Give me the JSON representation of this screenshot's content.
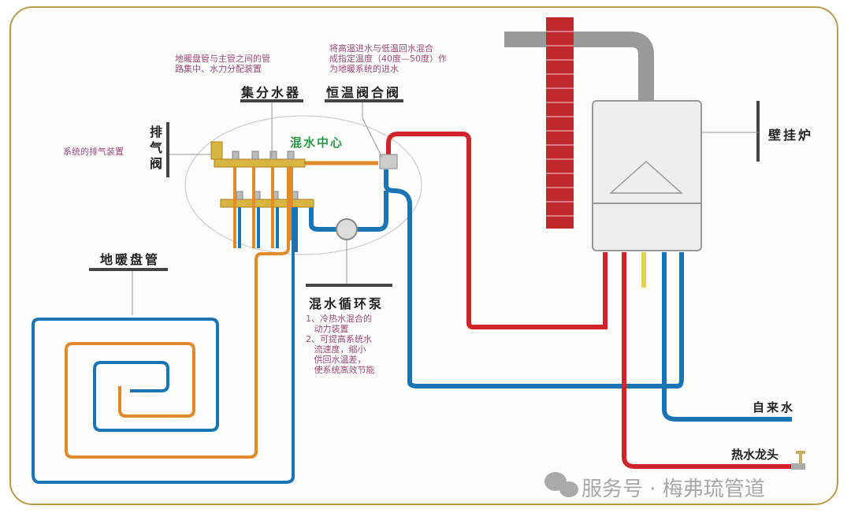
{
  "labels": {
    "manifold": "集分水器",
    "thermostatic_valve": "恒温阀合阀",
    "vent_valve": "排气阀",
    "mixing_center": "混水中心",
    "floor_coil": "地暖盘管",
    "pump": "混水循环泵",
    "boiler": "壁挂炉",
    "tap_water": "自来水",
    "hot_faucet": "热水龙头"
  },
  "notes": {
    "manifold": [
      "地暖盘管与主管之间的管",
      "路集中、水力分配装置"
    ],
    "valve": [
      "将高温进水与低温回水混合",
      "成指定温度（40度—50度）作",
      "为地暖系统的进水"
    ],
    "vent": "系统的排气装置",
    "pump": [
      "1、冷热水混合的",
      "   动力装置",
      "2、可提高系统水",
      "   流速度，缩小",
      "   供回水温差，",
      "   使系统高效节能"
    ]
  },
  "watermark": "服务号 · 梅弗琉管道",
  "colors": {
    "hot": "#d1232a",
    "cold": "#1b75b5",
    "floor_supply": "#e08a2a",
    "frame": "#b89a4a",
    "brick": "#c0282c"
  }
}
